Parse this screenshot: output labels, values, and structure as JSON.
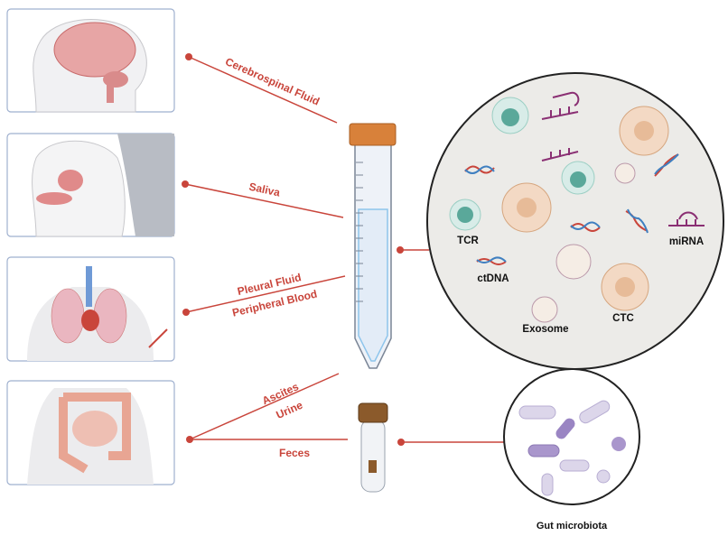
{
  "sources": {
    "csf": "Cerebrospinal Fluid",
    "saliva": "Saliva",
    "pleural": "Pleural Fluid",
    "blood": "Peripheral Blood",
    "ascites": "Ascites",
    "urine": "Urine",
    "feces": "Feces"
  },
  "biomarkers": {
    "tcr": "TCR",
    "mirna": "miRNA",
    "ctdna": "ctDNA",
    "exosome": "Exosome",
    "ctc": "CTC"
  },
  "microbiota_label": "Gut microbiota",
  "colors": {
    "accent": "#c9453b",
    "cap": "#d8813a",
    "small_cap": "#8b5a2b",
    "panel_border": "#9fb0cf"
  }
}
